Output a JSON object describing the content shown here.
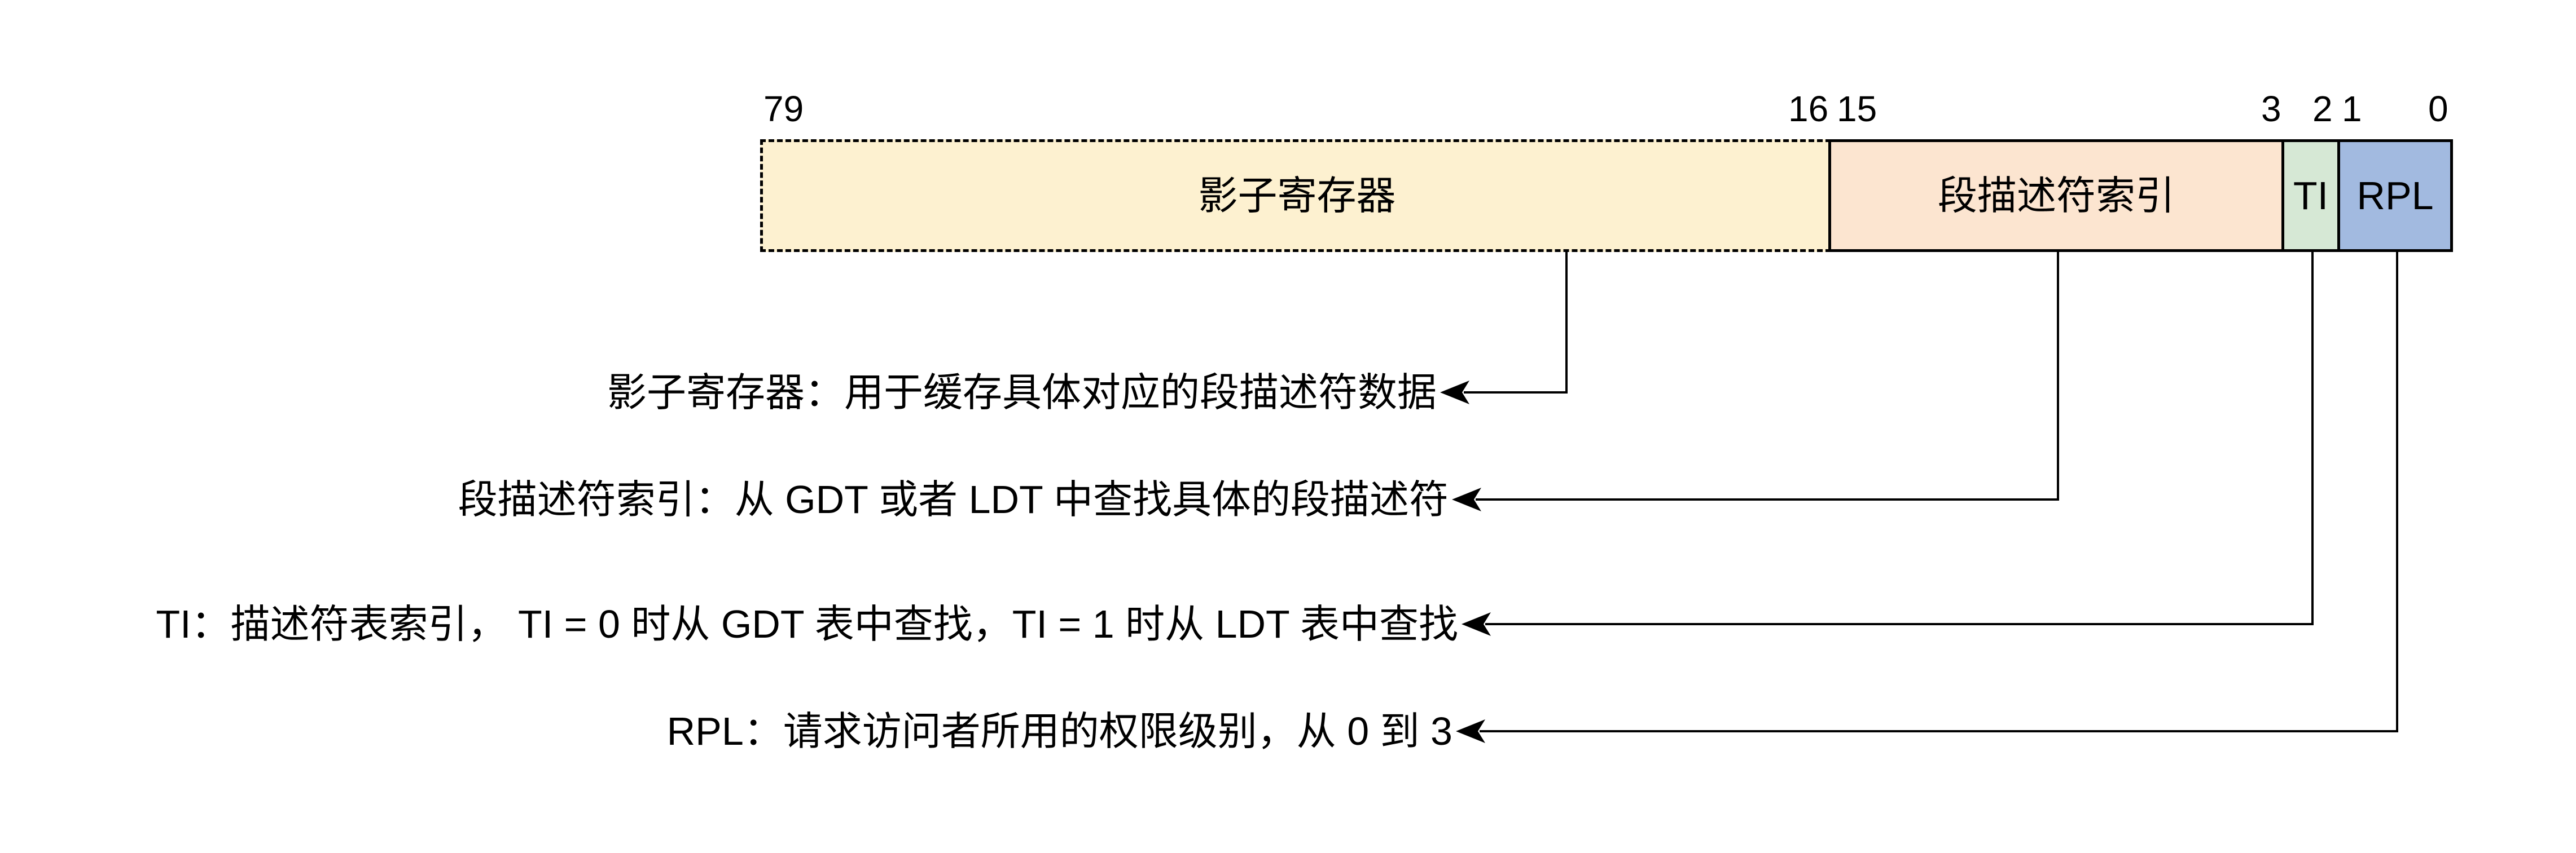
{
  "colors": {
    "shadow_fill": "#FDF1D0",
    "index_fill": "#FCE5D0",
    "ti_fill": "#D6E8D5",
    "rpl_fill": "#A2BAE0",
    "line": "#000000"
  },
  "register": {
    "bit_labels": [
      "79",
      "16",
      "15",
      "3",
      "2",
      "1",
      "0"
    ],
    "segments": [
      {
        "label": "影子寄存器"
      },
      {
        "label": "段描述符索引"
      },
      {
        "label": "TI"
      },
      {
        "label": "RPL"
      }
    ]
  },
  "annotations": [
    {
      "text": "影子寄存器：用于缓存具体对应的段描述符数据"
    },
    {
      "text": "段描述符索引：从 GDT 或者 LDT 中查找具体的段描述符"
    },
    {
      "text": "TI：描述符表索引， TI = 0 时从 GDT 表中查找，TI = 1 时从 LDT 表中查找"
    },
    {
      "text": "RPL：请求访问者所用的权限级别，从 0 到 3"
    }
  ]
}
